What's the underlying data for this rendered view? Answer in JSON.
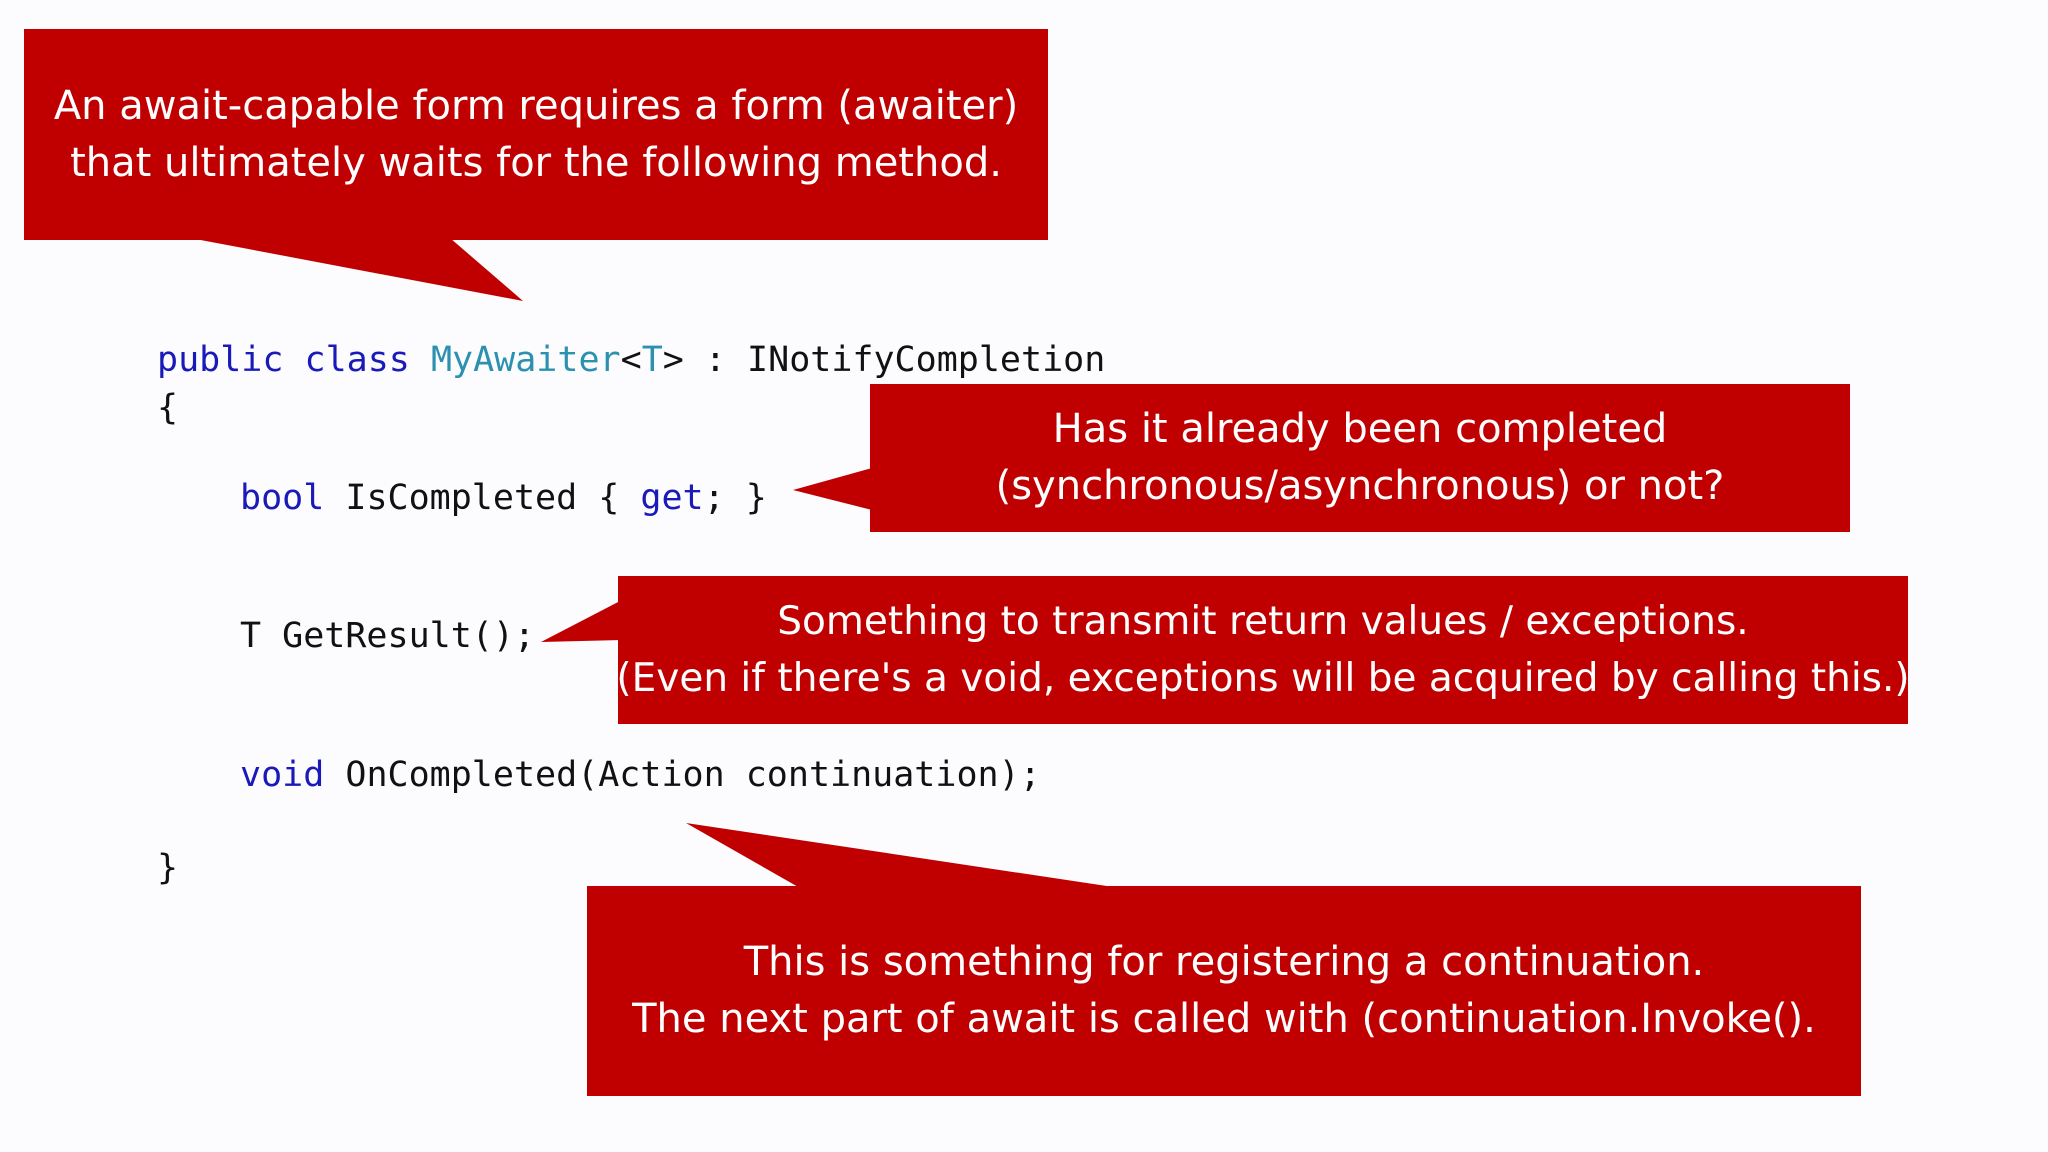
{
  "callouts": {
    "top": {
      "line1": "An await-capable form requires a form (awaiter)",
      "line2": "that ultimately waits for the following method."
    },
    "is_completed": {
      "line1": "Has it already been completed",
      "line2": "(synchronous/asynchronous) or not?"
    },
    "get_result": {
      "line1": "Something to transmit return values / exceptions.",
      "line2": "(Even if there's a void, exceptions will be acquired by calling this.)"
    },
    "on_completed": {
      "line1": "This is something for registering a continuation.",
      "line2": "The next part of await is called with (continuation.Invoke()."
    }
  },
  "code": {
    "class_line": {
      "kw_public": "public",
      "kw_class": "class",
      "type_name": "MyAwaiter",
      "generic_lt": "<",
      "type_param": "T",
      "generic_gt": ">",
      "rest": " : INotifyCompletion"
    },
    "open_brace": "{",
    "is_completed_line": {
      "kw_bool": "bool",
      "member": " IsCompleted { ",
      "kw_get": "get",
      "end": "; }"
    },
    "get_result_line": "T GetResult();",
    "on_completed_line": {
      "kw_void": "void",
      "rest": " OnCompleted(Action continuation);"
    },
    "close_brace": "}"
  },
  "colors": {
    "background": "#fcfbfd",
    "callout": "#c00000",
    "callout_text": "#ffffff",
    "keyword": "#1a1ab8",
    "type": "#2b91af",
    "code_text": "#111111"
  }
}
